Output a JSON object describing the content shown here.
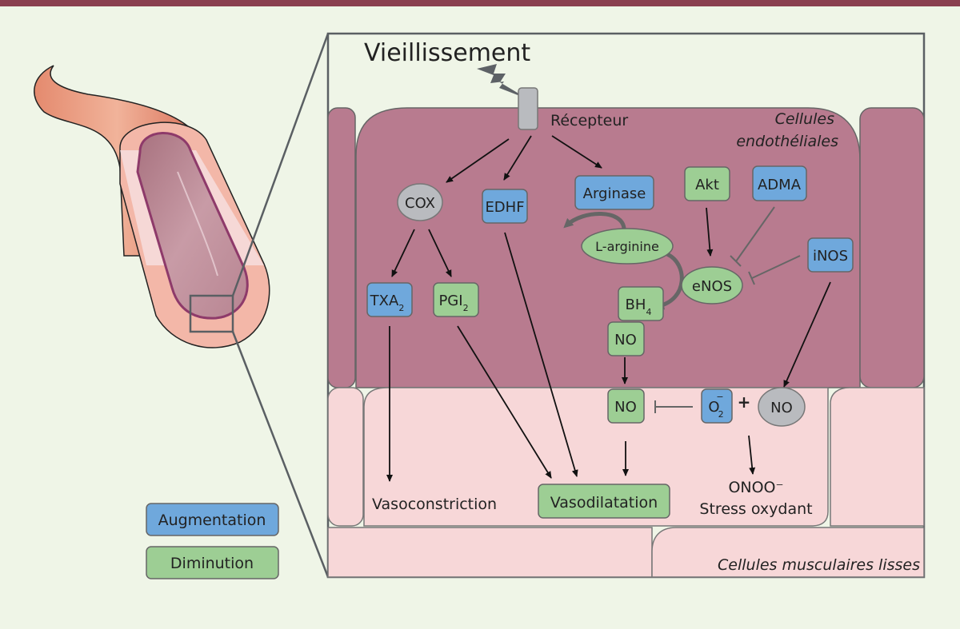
{
  "title": "Vieillissement",
  "receptor_label": "Récepteur",
  "regions": {
    "endothelial": "Cellules endothéliales",
    "endothelial_line1": "Cellules",
    "endothelial_line2": "endothéliales",
    "smooth_muscle": "Cellules musculaires lisses"
  },
  "nodes": {
    "cox": {
      "label": "COX",
      "state": "neutral"
    },
    "edhf": {
      "label": "EDHF",
      "state": "increase"
    },
    "arginase": {
      "label": "Arginase",
      "state": "increase"
    },
    "akt": {
      "label": "Akt",
      "state": "decrease"
    },
    "adma": {
      "label": "ADMA",
      "state": "increase"
    },
    "l_arginine": {
      "label": "L-arginine",
      "state": "decrease"
    },
    "enos": {
      "label": "eNOS",
      "state": "decrease"
    },
    "inos": {
      "label": "iNOS",
      "state": "increase"
    },
    "txa2": {
      "label": "TXA",
      "sub": "2",
      "state": "increase"
    },
    "pgi2": {
      "label": "PGI",
      "sub": "2",
      "state": "decrease"
    },
    "bh4": {
      "label": "BH",
      "sub": "4",
      "state": "decrease"
    },
    "no_endo": {
      "label": "NO",
      "state": "decrease"
    },
    "no_smc": {
      "label": "NO",
      "state": "decrease"
    },
    "o2": {
      "label": "O",
      "sub": "2",
      "sup": "−",
      "state": "increase"
    },
    "plus": "+",
    "no_inos": {
      "label": "NO",
      "state": "neutral"
    }
  },
  "outcomes": {
    "vasoconstriction": "Vasoconstriction",
    "vasodilatation": "Vasodilatation",
    "onoo": "ONOO⁻",
    "stress": "Stress oxydant"
  },
  "legend": [
    {
      "label": "Augmentation",
      "color": "#6fa8dc"
    },
    {
      "label": "Diminution",
      "color": "#9dce94"
    }
  ],
  "colors": {
    "increase": "#6fa8dc",
    "decrease": "#9dce94",
    "neutral": "#b9bbbf",
    "endothelial": "#b87b8f",
    "smooth_muscle": "#f7d7d8",
    "header_bar": "#8a4050"
  }
}
